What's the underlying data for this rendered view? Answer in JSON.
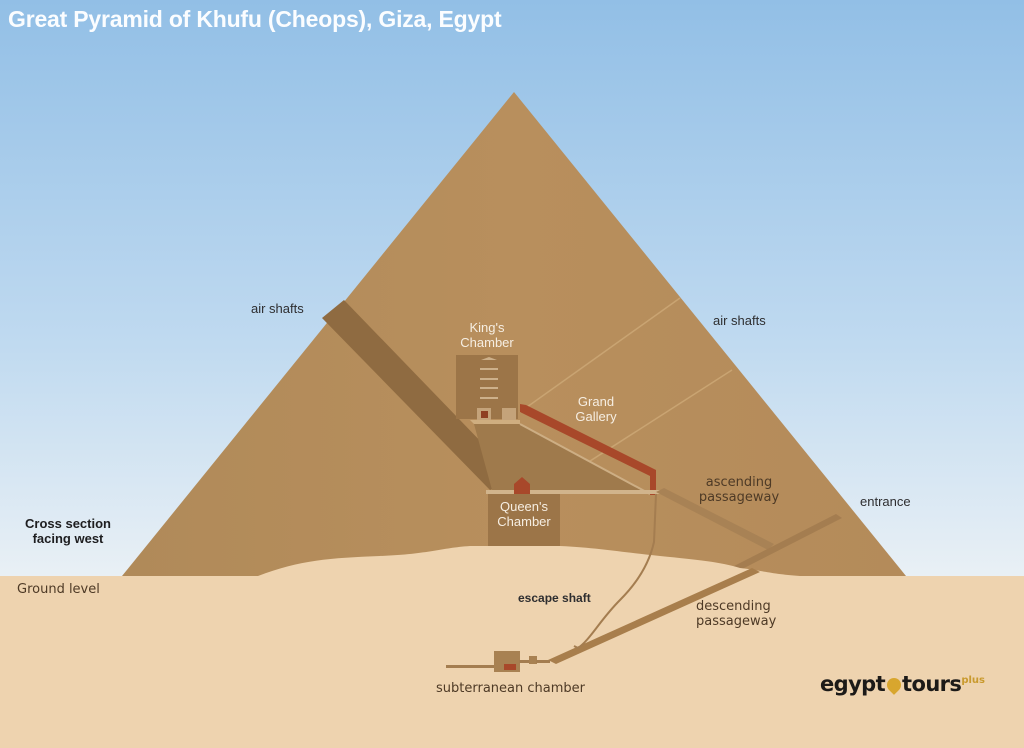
{
  "title": "Great Pyramid of Khufu (Cheops), Giza, Egypt",
  "labels": {
    "air_shafts_left": "air shafts",
    "air_shafts_right": "air shafts",
    "kings_chamber_line1": "King's",
    "kings_chamber_line2": "Chamber",
    "grand_gallery_line1": "Grand",
    "grand_gallery_line2": "Gallery",
    "queens_chamber_line1": "Queen's",
    "queens_chamber_line2": "Chamber",
    "ascending_line1": "ascending",
    "ascending_line2": "passageway",
    "entrance": "entrance",
    "cross_section_line1": "Cross section",
    "cross_section_line2": "facing west",
    "ground_level": "Ground level",
    "escape_shaft": "escape shaft",
    "descending_line1": "descending",
    "descending_line2": "passageway",
    "subterranean": "subterranean chamber"
  },
  "logo": {
    "part1": "egypt",
    "part2": "tours",
    "suffix": "plus"
  },
  "colors": {
    "sky_top": "#92bfe6",
    "sky_bottom": "#e6eef4",
    "pyramid": "#b58d5c",
    "shaft_dark": "#8e6a3f",
    "chamber": "#997245",
    "gallery_red": "#a8482a",
    "ground": "#eed3af",
    "logo_gold": "#d8a62e"
  }
}
